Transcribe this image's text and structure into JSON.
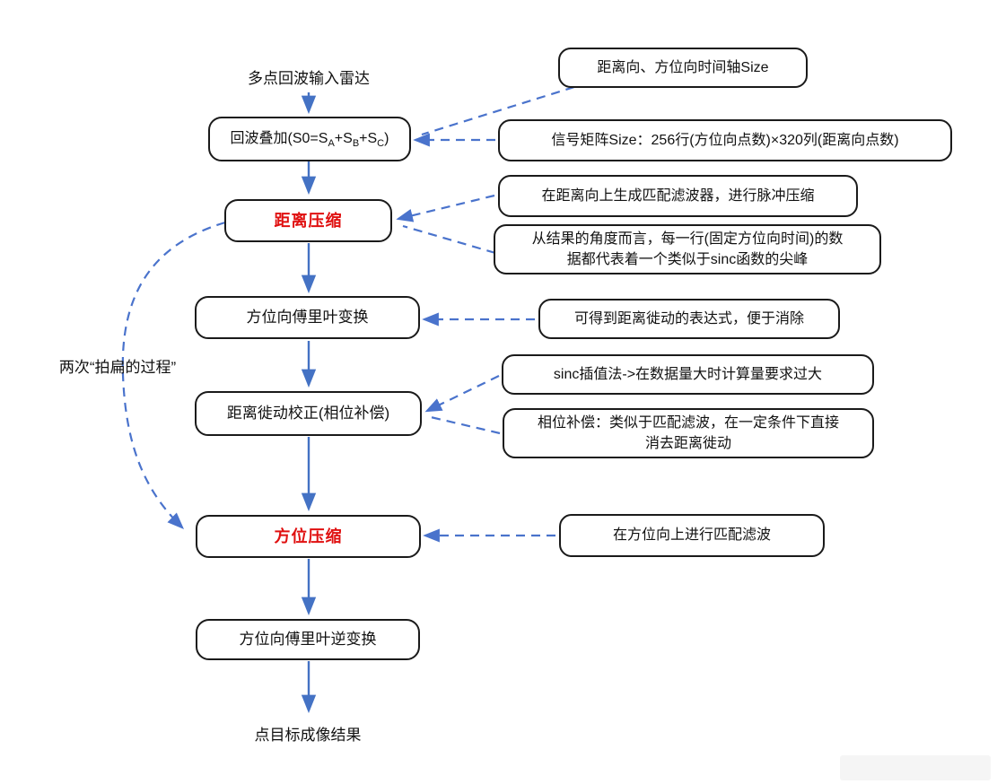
{
  "flow": {
    "input_label": "多点回波输入雷达",
    "echo_sum_prefix": "回波叠加(S0=S",
    "echo_sum_sub1": "A",
    "echo_sum_mid1": "+S",
    "echo_sum_sub2": "B",
    "echo_sum_mid2": "+S",
    "echo_sum_sub3": "C",
    "echo_sum_suffix": ")",
    "range_compression": "距离压缩",
    "azimuth_fft": "方位向傅里叶变换",
    "rcmc": "距离徙动校正(相位补偿)",
    "azimuth_compression": "方位压缩",
    "azimuth_ifft": "方位向傅里叶逆变换",
    "output_label": "点目标成像结果"
  },
  "annotations": {
    "time_axis_size": "距离向、方位向时间轴Size",
    "matrix_size": "信号矩阵Size：256行(方位向点数)×320列(距离向点数)",
    "range_matched_filter": "在距离向上生成匹配滤波器，进行脉冲压缩",
    "sinc_peak": "从结果的角度而言，每一行(固定方位向时间)的数据都代表着一个类似于sinc函数的尖峰",
    "rcm_expression": "可得到距离徙动的表达式，便于消除",
    "sinc_interpolation": "sinc插值法->在数据量大时计算量要求过大",
    "phase_compensation": "相位补偿：类似于匹配滤波，在一定条件下直接消去距离徙动",
    "azimuth_matched_filter": "在方位向上进行匹配滤波"
  },
  "side_note": "两次“拍扁的过程”",
  "colors": {
    "solid_arrow_blue": "#4472C4",
    "dashed_arrow_blue": "#4A73CC",
    "highlight_red": "#E01010",
    "box_border": "#1A1A1A"
  }
}
